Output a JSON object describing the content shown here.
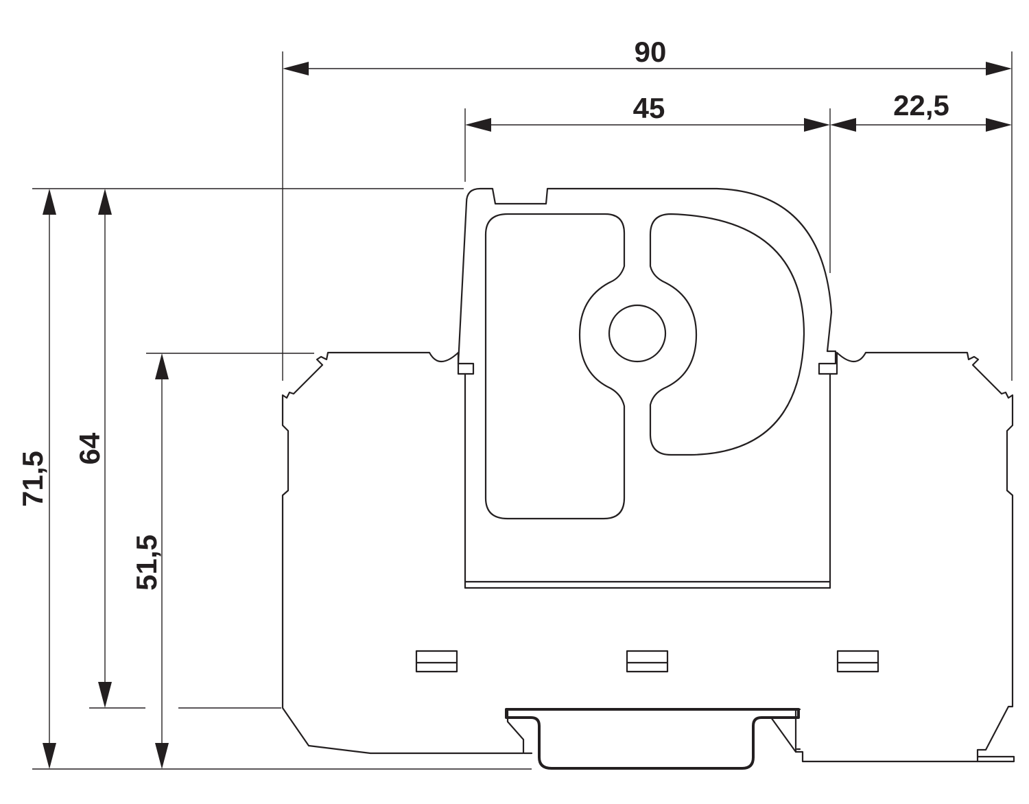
{
  "diagram": {
    "line_color": "#231f20",
    "background": "#ffffff",
    "dimensions": {
      "overall_width": "90",
      "top_width": "45",
      "side_width": "22,5",
      "total_height": "71,5",
      "top_height": "64",
      "side_height": "51,5"
    }
  }
}
